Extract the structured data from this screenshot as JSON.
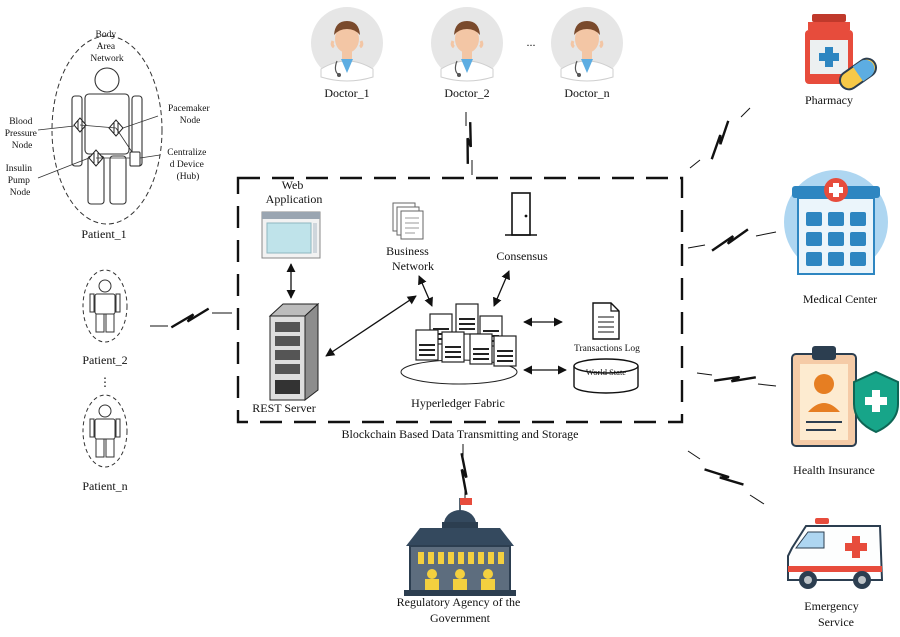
{
  "doctors": {
    "items": [
      "Doctor_1",
      "Doctor_2",
      "Doctor_n"
    ],
    "ellipsis": "..."
  },
  "patients": {
    "patient_1": "Patient_1",
    "patient_2": "Patient_2",
    "patient_n": "Patient_n",
    "ellipsis": "⋮",
    "body_area_network": [
      "Body",
      "Area",
      "Network"
    ],
    "blood_pressure_node": [
      "Blood",
      "Pressure",
      "Node"
    ],
    "insulin_pump_node": [
      "Insulin",
      "Pump",
      "Node"
    ],
    "pacemaker_node": [
      "Pacemaker",
      "Node"
    ],
    "centralized_device": [
      "Centralize",
      "d Device",
      "(Hub)"
    ]
  },
  "blockchain": {
    "caption": "Blockchain Based Data Transmitting and Storage",
    "web_application": [
      "Web",
      "Application"
    ],
    "business_network": [
      "Business",
      "Network"
    ],
    "consensus": "Consensus",
    "rest_server": "REST Server",
    "hyperledger_fabric": "Hyperledger Fabric",
    "transactions_log": "Transactions Log",
    "world_state": "World State"
  },
  "stakeholders": {
    "pharmacy": "Pharmacy",
    "medical_center": "Medical Center",
    "health_insurance": "Health Insurance",
    "emergency_service": [
      "Emergency",
      "Service"
    ],
    "regulatory_agency": [
      "Regulatory Agency of the",
      "Government"
    ]
  },
  "colors": {
    "doctor_bg": "#e6e6e6",
    "doctor_skin": "#f3c6a5",
    "doctor_hair": "#7a4a2c",
    "pharmacy_bottle": "#e74c3c",
    "pharmacy_pill": "#f7c948",
    "medical_blue": "#2e86c1",
    "medical_sky": "#aed6f1",
    "insurance_clipboard": "#f5cba7",
    "insurance_shield": "#17a589",
    "ambulance_red": "#e74c3c",
    "building_navy": "#34495e",
    "building_gold": "#f4d03f"
  }
}
